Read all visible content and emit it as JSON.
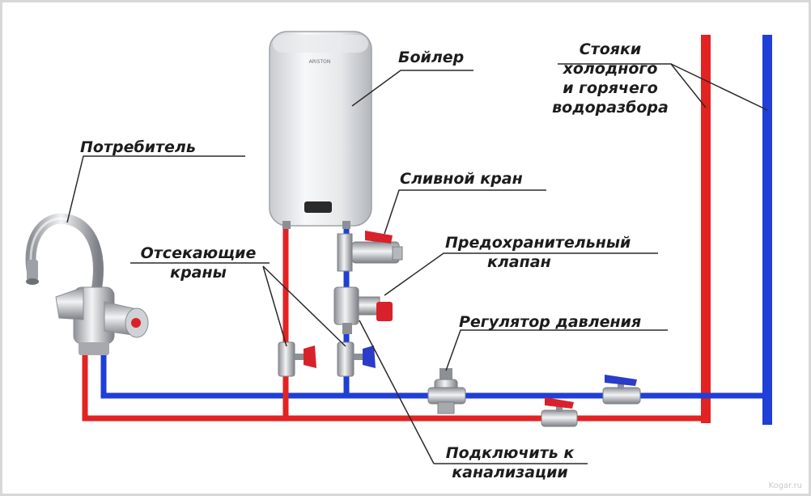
{
  "labels": {
    "boiler": "Бойлер",
    "risers_line1": "Стояки",
    "risers_line2": "холодного",
    "risers_line3": "и горячего",
    "risers_line4": "водоразбора",
    "consumer": "Потребитель",
    "drain_valve": "Сливной кран",
    "safety_valve_line1": "Предохранительный",
    "safety_valve_line2": "клапан",
    "shutoff_line1": "Отсекающие",
    "shutoff_line2": "краны",
    "pressure_regulator": "Регулятор давления",
    "sewer_line1": "Подключить к",
    "sewer_line2": "канализации"
  },
  "boiler_brand": "ARISTON",
  "watermark": "Kogar.ru",
  "colors": {
    "hot": "#e32222",
    "cold": "#1f3fd6",
    "valve_handle_red": "#d8222b",
    "valve_handle_blue": "#2a3cc8",
    "leader": "#2a2a2a"
  }
}
